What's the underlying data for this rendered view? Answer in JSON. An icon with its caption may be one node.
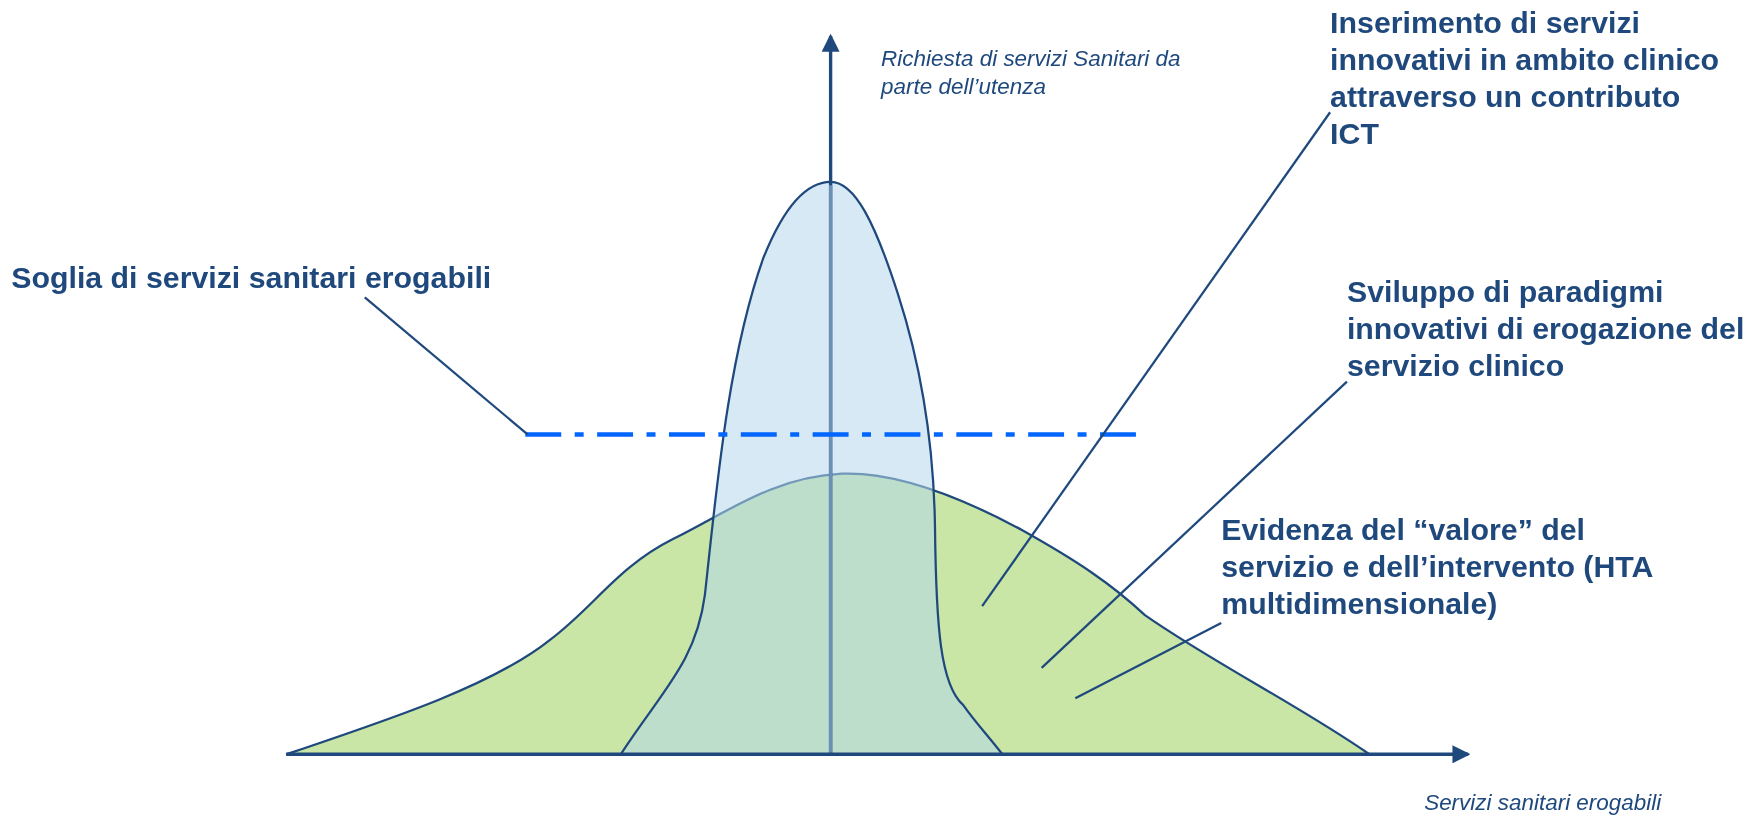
{
  "diagram": {
    "nodes": [
      {
        "text": [
          "Soglia di servizi sanitari erogabili"
        ]
      },
      {
        "text": [],
        "shape": "line"
      },
      {
        "text": [
          "Inserimento di servizi innovativi in ambito clinico attraverso un contributo ICT"
        ]
      },
      {
        "text": [
          "Sviluppo di paradigmi innovativi di erogazione del servizio clinico"
        ]
      },
      {
        "text": [
          "Evidenza del “valore” del servizio e dell’intervento (HTA multidimensionale)"
        ]
      },
      {
        "text": [],
        "shape": "area"
      }
    ],
    "edges": [
      {
        "from": 0,
        "to": 1,
        "arrow": "none"
      },
      {
        "from": 2,
        "to": 5,
        "arrow": "none"
      },
      {
        "from": 3,
        "to": 5,
        "arrow": "none"
      },
      {
        "from": 4,
        "to": 5,
        "arrow": "none"
      }
    ],
    "labels": [
      "Richiesta di servizi Sanitari da parte dell’utenza",
      "Servizi sanitari erogabili"
    ]
  }
}
